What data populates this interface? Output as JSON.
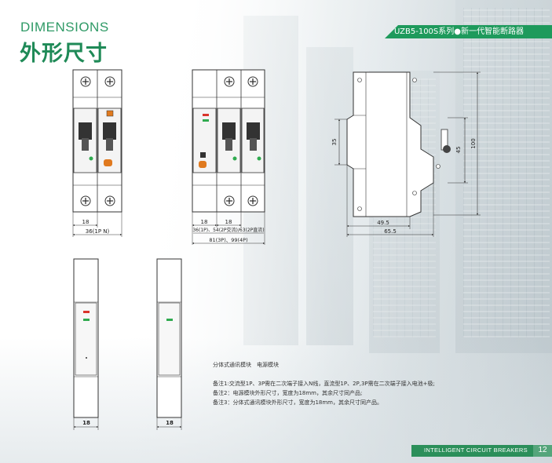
{
  "header": {
    "title_en": "DIMENSIONS",
    "title_cn": "外形尺寸",
    "series_tag": "UZB5-100S系列●新一代智能断路器"
  },
  "drawing1": {
    "dim_pole": "18",
    "dim_total": "36(1P N)"
  },
  "drawing2": {
    "dim_a": "18",
    "dim_b": "18",
    "dim_line1": "36(1P)、54(2P交流)/63(2P直流)",
    "dim_line2": "81(3P)、99(4P)"
  },
  "side_view": {
    "dim_height": "100",
    "dim_rail": "45",
    "dim_left": "35",
    "dim_depth1": "49.5",
    "dim_depth2": "65.5"
  },
  "modules": {
    "comm_width": "18",
    "power_width": "18",
    "caption": "分体式通讯模块　电源模块"
  },
  "notes": [
    "备注1:交流型1P、3P需在二次端子接入N线，直流型1P、2P,3P需在二次端子接入电池+极;",
    "备注2：电源模块外形尺寸，宽度为18mm，其余尺寸同产品;",
    "备注3：分体式通讯模块外形尺寸，宽度为18mm，其余尺寸同产品。"
  ],
  "footer": {
    "label": "INTELLIGENT CIRCUIT BREAKERS",
    "page": "12"
  },
  "colors": {
    "brand_green": "#1e9a5c",
    "led_red": "#d9342b",
    "led_green": "#2faa4f",
    "orange": "#e07a1f"
  }
}
